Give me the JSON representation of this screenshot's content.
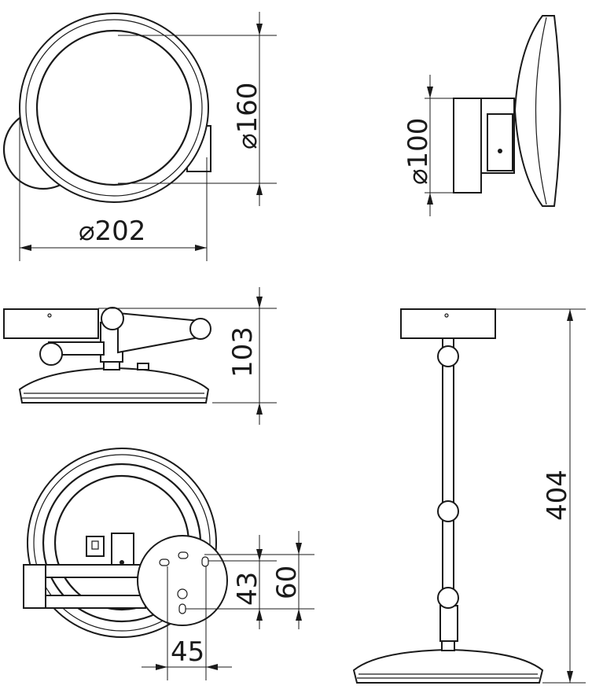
{
  "dimensions": {
    "mirror_diameter": "⌀160",
    "base_diameter": "⌀100",
    "overall_diameter": "⌀202",
    "depth": "103",
    "max_extension": "404",
    "hole_spacing_vertical_inner": "43",
    "hole_spacing_vertical_outer": "60",
    "hole_spacing_horizontal": "45"
  }
}
